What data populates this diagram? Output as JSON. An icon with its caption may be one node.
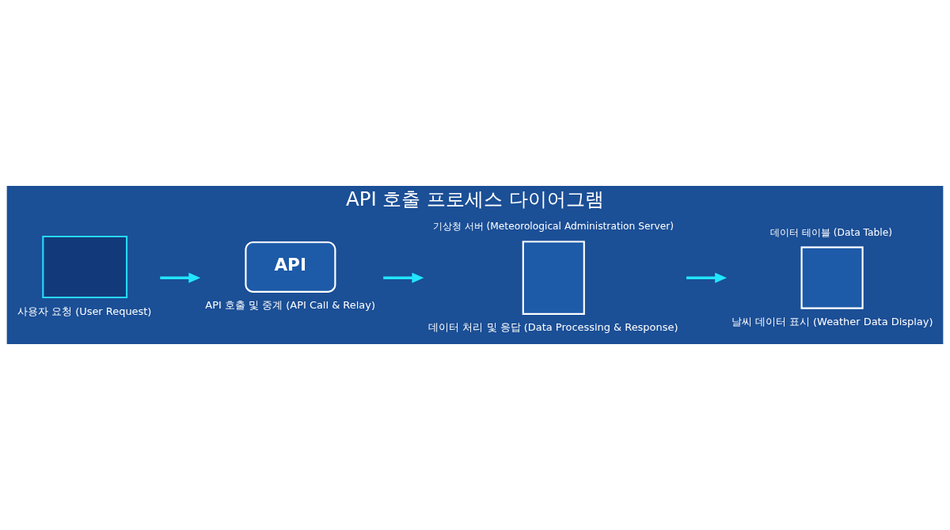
{
  "diagram": {
    "title": "API 호출 프로세스 다이어그램",
    "nodes": [
      {
        "text": [],
        "shape": "box",
        "beside": [
          "사용자 요청 (User Request)"
        ]
      },
      {
        "text": [
          "API"
        ],
        "beside": [
          "API 호출 및 중계 (API Call & Relay)"
        ]
      },
      {
        "text": [
          "기상청 서버 (Meteorological Administration Server)"
        ],
        "beside": [
          "데이터 처리 및 응답 (Data Processing & Response)"
        ]
      },
      {
        "text": [
          "데이터 테이블 (Data Table)"
        ],
        "beside": [
          "날씨 데이터 표시 (Weather Data Display)"
        ]
      }
    ],
    "edges": [
      {
        "from": 0,
        "to": 1,
        "arrow": "to"
      },
      {
        "from": 1,
        "to": 2,
        "arrow": "to"
      },
      {
        "from": 2,
        "to": 3,
        "arrow": "to"
      }
    ]
  }
}
